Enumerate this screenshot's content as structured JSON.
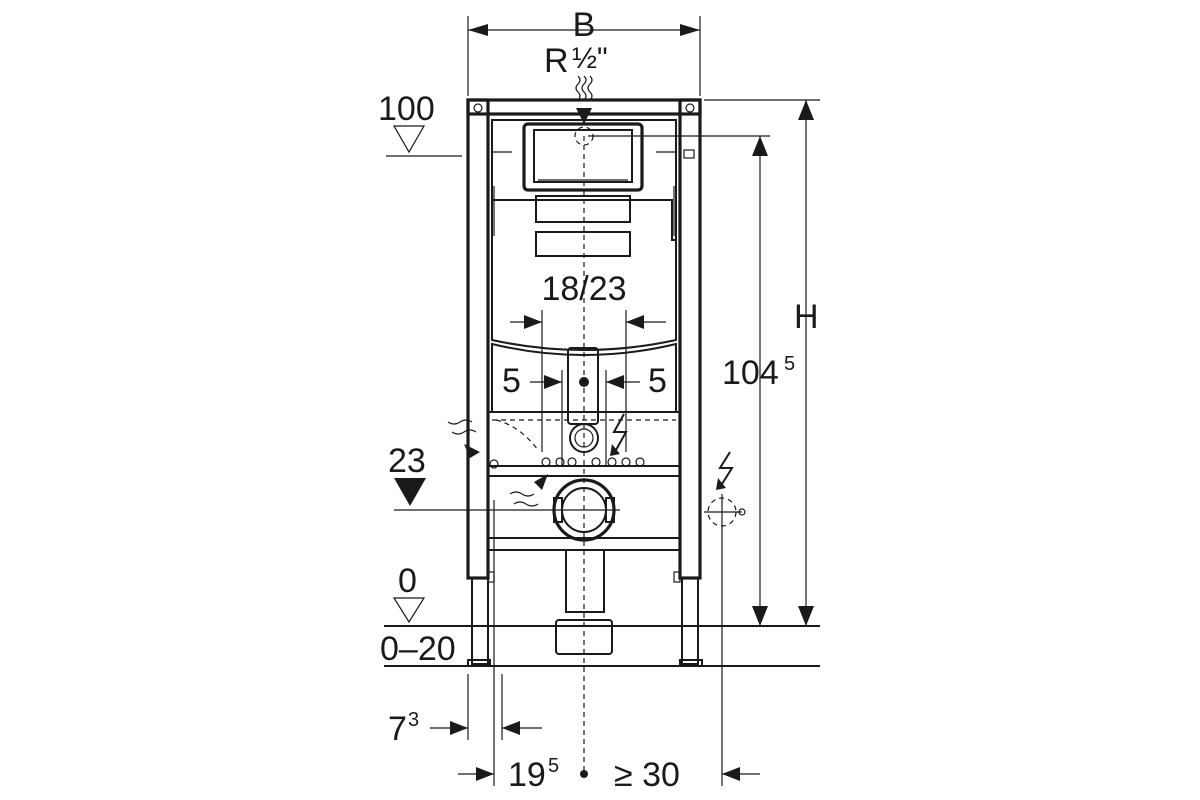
{
  "labels": {
    "width": "B",
    "thread_r": "R",
    "thread_frac": "½\"",
    "level_100": "100",
    "height_h": "H",
    "height_104": "104",
    "height_104_sup": "5",
    "spacing_18_23": "18/23",
    "offset_left_5": "5",
    "offset_right_5": "5",
    "level_23": "23",
    "level_0": "0",
    "range_0_20": "0–20",
    "dim_7": "7",
    "dim_7_sup": "3",
    "dim_19": "19",
    "dim_19_sup": "5",
    "dim_ge30": "≥ 30"
  },
  "colors": {
    "ink": "#1a1a1a",
    "background": "#ffffff"
  },
  "icons": [
    "water-inlet-icon",
    "electric-supply-icon",
    "drain-socket-icon",
    "level-triangle-icon",
    "dimension-arrow-icon"
  ]
}
